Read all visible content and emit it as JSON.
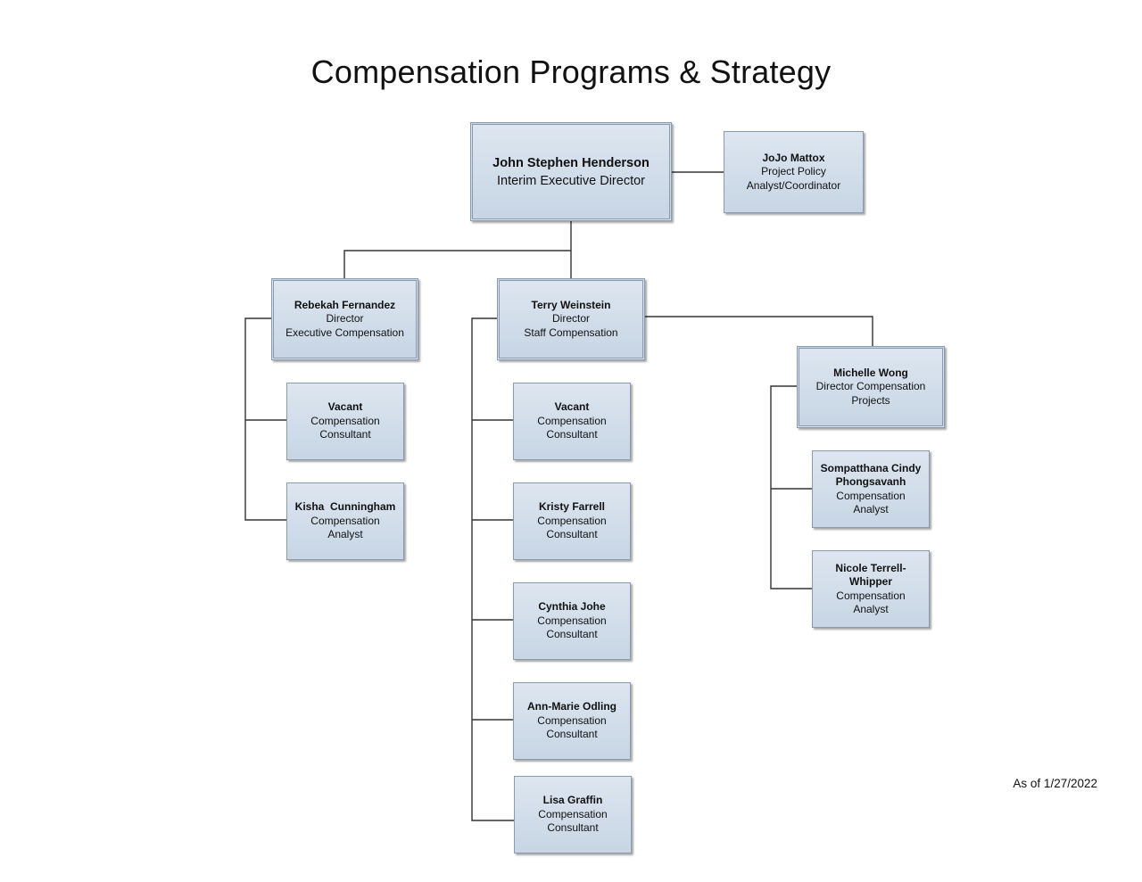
{
  "title": "Compensation Programs & Strategy",
  "as_of": "As of 1/27/2022",
  "nodes": {
    "executive": {
      "name": "John Stephen Henderson",
      "title": "Interim Executive Director"
    },
    "policy": {
      "name": "JoJo Mattox",
      "title": "Project Policy Analyst/Coordinator"
    },
    "rebekah": {
      "name": "Rebekah Fernandez",
      "title_line1": "Director",
      "title_line2": "Executive Compensation"
    },
    "terry": {
      "name": "Terry Weinstein",
      "title_line1": "Director",
      "title_line2": "Staff Compensation"
    },
    "michelle": {
      "name": "Michelle Wong",
      "title_line1": "Director Compensation",
      "title_line2": "Projects"
    },
    "vacant_exec": {
      "name": "Vacant",
      "title_line1": "Compensation",
      "title_line2": "Consultant"
    },
    "kisha": {
      "name": "Kisha  Cunningham",
      "title_line1": "Compensation",
      "title_line2": "Analyst"
    },
    "vacant_staff": {
      "name": "Vacant",
      "title_line1": "Compensation",
      "title_line2": "Consultant"
    },
    "kristy": {
      "name": "Kristy Farrell",
      "title_line1": "Compensation",
      "title_line2": "Consultant"
    },
    "cynthia": {
      "name": "Cynthia Johe",
      "title_line1": "Compensation",
      "title_line2": "Consultant"
    },
    "annmarie": {
      "name": "Ann-Marie Odling",
      "title_line1": "Compensation",
      "title_line2": "Consultant"
    },
    "lisa": {
      "name": "Lisa Graffin",
      "title_line1": "Compensation",
      "title_line2": "Consultant"
    },
    "sompatthana": {
      "name_line1": "Sompatthana Cindy",
      "name_line2": "Phongsavanh",
      "title_line1": "Compensation",
      "title_line2": "Analyst"
    },
    "nicole": {
      "name_line1": "Nicole Terrell-",
      "name_line2": "Whipper",
      "title_line1": "Compensation",
      "title_line2": "Analyst"
    }
  }
}
